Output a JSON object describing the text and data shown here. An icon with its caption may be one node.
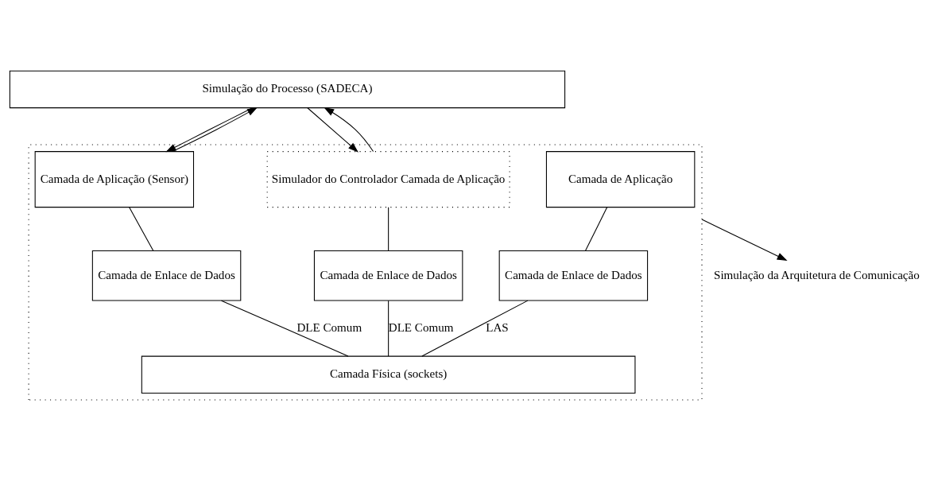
{
  "diagram": {
    "nodes": [
      {
        "text": [
          "Simulação do Processo (SADECA)"
        ]
      },
      {
        "text": [],
        "shape": "box"
      },
      {
        "text": [
          "Camada de Aplicação"
        ],
        "in": 1
      },
      {
        "text": [
          "Camada de Aplicação (Sensor)"
        ],
        "in": 1
      },
      {
        "text": [
          "Simulador do Controlador Camada de Aplicação"
        ],
        "in": 1
      },
      {
        "text": [
          "Camada de Enlace de Dados"
        ],
        "in": 1
      },
      {
        "text": [
          "Camada de Enlace de Dados"
        ],
        "in": 1
      },
      {
        "text": [
          "Camada de Enlace de Dados"
        ],
        "in": 1
      },
      {
        "text": [
          "Camada Física (sockets)"
        ],
        "in": 1
      },
      {
        "text": [
          "Simulação da Arquitetura de Comunicação"
        ]
      }
    ],
    "edges": [
      {
        "from": 3,
        "to": 0,
        "arrow": "to"
      },
      {
        "from": 0,
        "to": 3,
        "arrow": "to"
      },
      {
        "from": 4,
        "to": 0,
        "arrow": "to"
      },
      {
        "from": 0,
        "to": 4,
        "arrow": "to"
      },
      {
        "from": 2,
        "to": 5,
        "arrow": "none"
      },
      {
        "from": 3,
        "to": 6,
        "arrow": "none"
      },
      {
        "from": 4,
        "to": 7,
        "arrow": "none"
      },
      {
        "from": 5,
        "to": 8,
        "arrow": "none",
        "label": "LAS"
      },
      {
        "from": 6,
        "to": 8,
        "arrow": "none",
        "label": "DLE Comum"
      },
      {
        "from": 7,
        "to": 8,
        "arrow": "none",
        "label": "DLE Comum"
      },
      {
        "from": 1,
        "to": 9,
        "arrow": "to"
      }
    ]
  }
}
